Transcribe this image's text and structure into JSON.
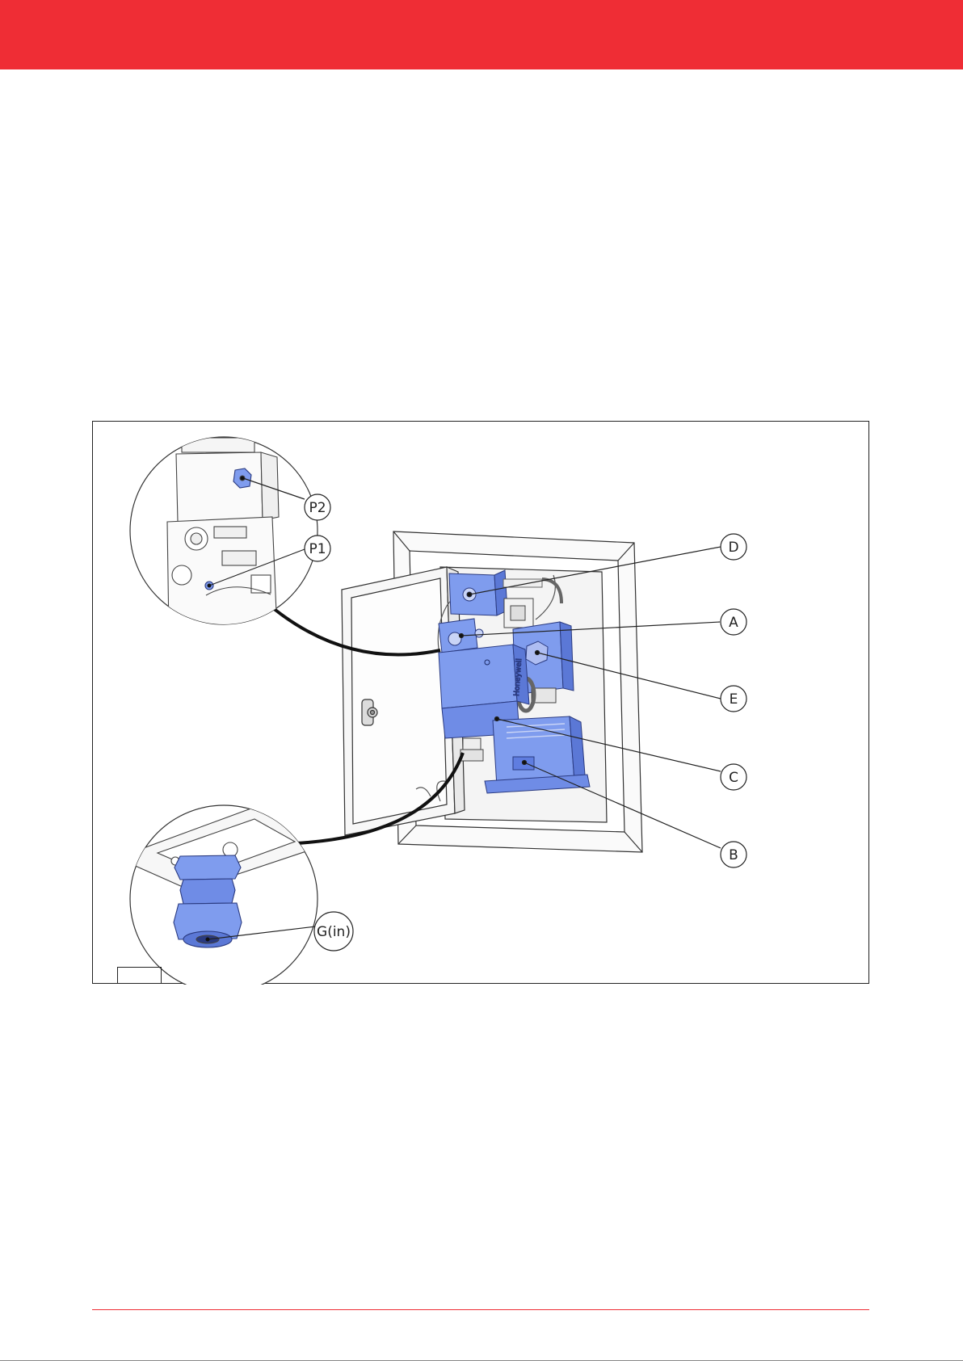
{
  "figure": {
    "callouts": {
      "p2": "P2",
      "p1": "P1",
      "d": "D",
      "a": "A",
      "e": "E",
      "c": "C",
      "b": "B",
      "g_in": "G(in)"
    },
    "colors": {
      "header": "#ef2d35",
      "highlight": "#7f9cee",
      "highlight_dark": "#5b78d6",
      "line": "#222222"
    }
  }
}
